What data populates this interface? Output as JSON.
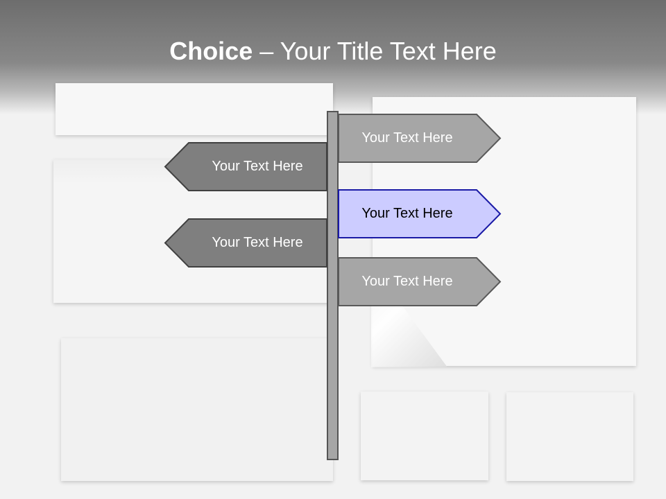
{
  "slide": {
    "title_bold": "Choice",
    "title_rest": " – Your Title Text Here"
  },
  "signs": {
    "right_1": {
      "label": "Your Text Here",
      "fill": "#a6a6a6",
      "stroke": "#595959"
    },
    "left_1": {
      "label": "Your Text Here",
      "fill": "#7f7f7f",
      "stroke": "#404040"
    },
    "right_2": {
      "label": "Your Text Here",
      "fill": "#ccccff",
      "stroke": "#1a1aa6"
    },
    "left_2": {
      "label": "Your Text Here",
      "fill": "#7f7f7f",
      "stroke": "#404040"
    },
    "right_3": {
      "label": "Your Text Here",
      "fill": "#a6a6a6",
      "stroke": "#595959"
    }
  },
  "icons": [
    "signpost-pole"
  ]
}
